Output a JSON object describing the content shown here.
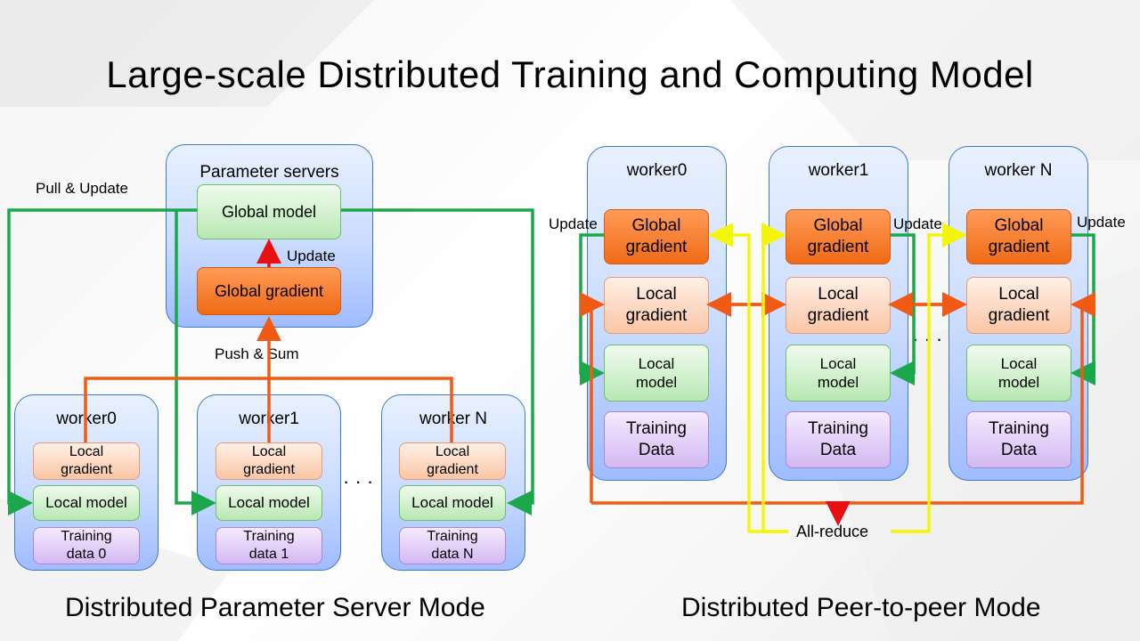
{
  "title": "Large-scale Distributed Training and Computing Model",
  "ps": {
    "server_title": "Parameter servers",
    "global_model": "Global model",
    "global_gradient": "Global gradient",
    "update": "Update",
    "pull_update": "Pull & Update",
    "push_sum": "Push & Sum",
    "dots": "· · ·",
    "workers": [
      {
        "name": "worker0",
        "local_gradient": "Local gradient",
        "local_model": "Local model",
        "training": "Training data 0"
      },
      {
        "name": "worker1",
        "local_gradient": "Local gradient",
        "local_model": "Local model",
        "training": "Training data 1"
      },
      {
        "name": "worker N",
        "local_gradient": "Local gradient",
        "local_model": "Local model",
        "training": "Training data N"
      }
    ],
    "caption": "Distributed Parameter Server Mode"
  },
  "p2p": {
    "workers": [
      {
        "name": "worker0",
        "global_gradient": "Global gradient",
        "local_gradient": "Local gradient",
        "local_model": "Local model",
        "training": "Training Data"
      },
      {
        "name": "worker1",
        "global_gradient": "Global gradient",
        "local_gradient": "Local gradient",
        "local_model": "Local model",
        "training": "Training Data"
      },
      {
        "name": "worker N",
        "global_gradient": "Global gradient",
        "local_gradient": "Local gradient",
        "local_model": "Local model",
        "training": "Training Data"
      }
    ],
    "update_labels": [
      "Update",
      "Update",
      "Update"
    ],
    "dots": "· · ·",
    "all_reduce": "All-reduce",
    "caption": "Distributed Peer-to-peer Mode"
  },
  "colors": {
    "green_line": "#1aa84a",
    "orange_line": "#f05a14",
    "yellow_line": "#f5f50a",
    "red_arrow": "#e81010",
    "box_border": "#3f78c8"
  }
}
